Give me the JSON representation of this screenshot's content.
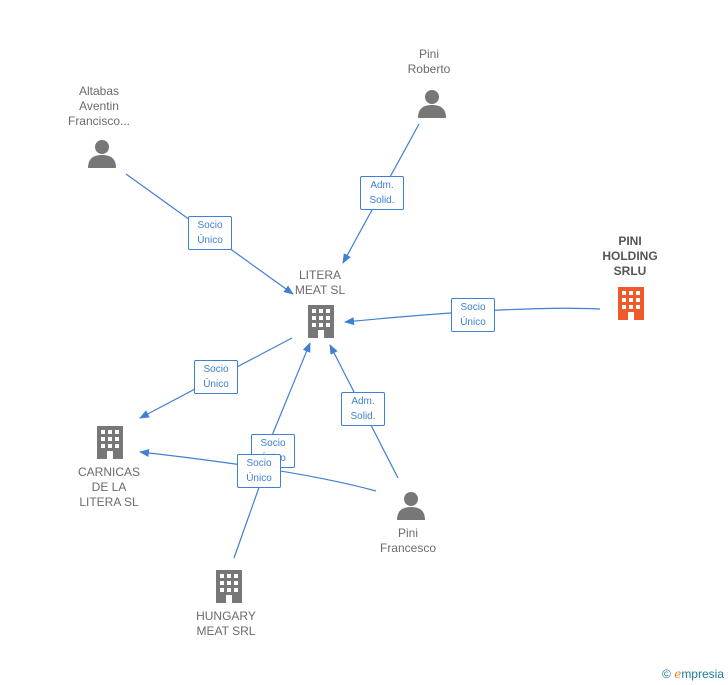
{
  "colors": {
    "edge": "#3f7fd4",
    "node": "#777777",
    "highlight": "#ee5a2a"
  },
  "nodes": {
    "litera": {
      "label": "LITERA\nMEAT  SL",
      "type": "company"
    },
    "pini_holding": {
      "label": "PINI\nHOLDING\nSRLU",
      "type": "company-highlight"
    },
    "carnicas": {
      "label": "CARNICAS\nDE LA\nLITERA  SL",
      "type": "company"
    },
    "hungary": {
      "label": "HUNGARY\nMEAT SRL",
      "type": "company"
    },
    "pini_roberto": {
      "label": "Pini\nRoberto",
      "type": "person"
    },
    "altabas": {
      "label": "Altabas\nAventin\nFrancisco...",
      "type": "person"
    },
    "pini_francesco": {
      "label": "Pini\nFrancesco",
      "type": "person"
    }
  },
  "edges": [
    {
      "label": "Adm.\nSolid."
    },
    {
      "label": "Socio\nÚnico"
    },
    {
      "label": "Socio\nÚnico"
    },
    {
      "label": "Socio\nÚnico"
    },
    {
      "label": "Adm.\nSolid."
    },
    {
      "label": "Socio\nÚnico"
    },
    {
      "label": "Socio\nÚnico"
    }
  ],
  "brand": {
    "copyright": "©",
    "name_initial": "e",
    "name_rest": "mpresia"
  }
}
